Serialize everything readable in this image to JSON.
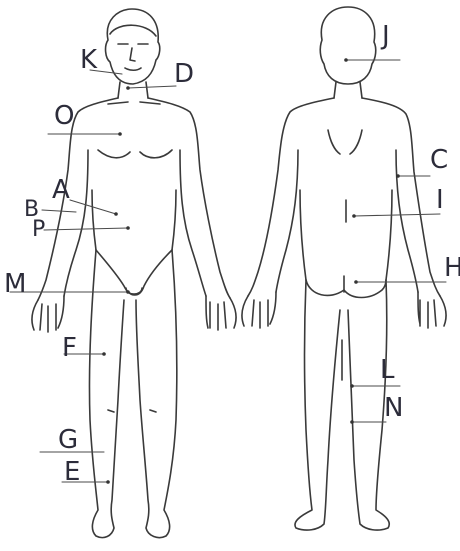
{
  "labels": {
    "K": "K",
    "D": "D",
    "O": "O",
    "A": "A",
    "B": "B",
    "P": "P",
    "M": "M",
    "F": "F",
    "G": "G",
    "E": "E",
    "J": "J",
    "C": "C",
    "I": "I",
    "H": "H",
    "L": "L",
    "N": "N"
  }
}
